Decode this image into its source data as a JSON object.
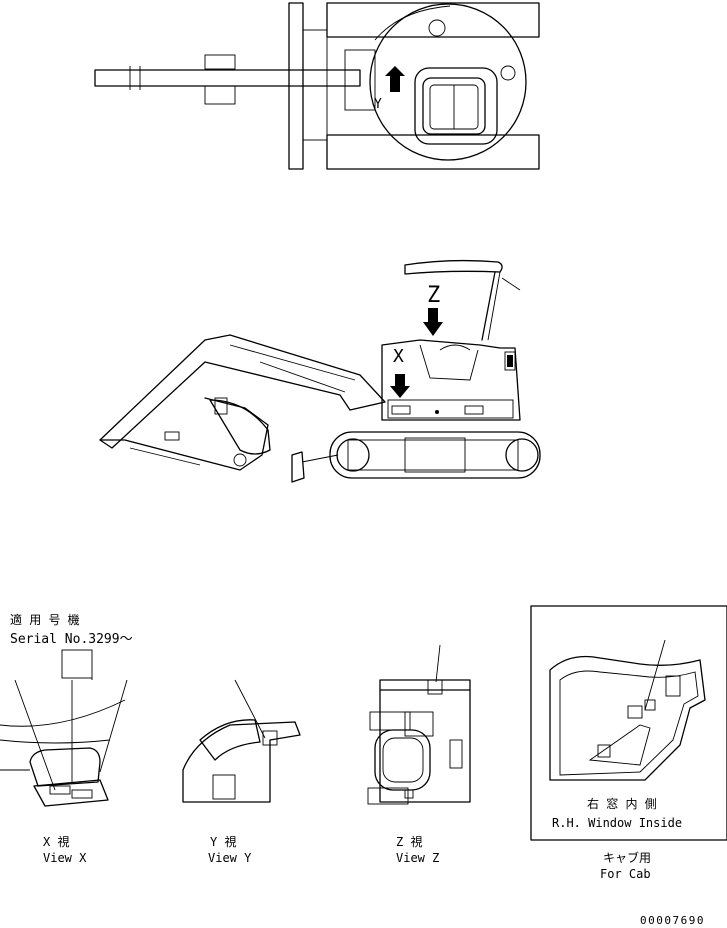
{
  "top_view": {
    "label_y": "Y"
  },
  "side_view": {
    "label_z": "Z",
    "label_x": "X"
  },
  "serial_note": {
    "applicable": "適 用 号 機",
    "serial": "Serial No.3299～"
  },
  "detail_views": [
    {
      "id": "x",
      "jp": "X   視",
      "en": "View X"
    },
    {
      "id": "y",
      "jp": "Y   視",
      "en": "View Y"
    },
    {
      "id": "z",
      "jp": "Z   視",
      "en": "View Z"
    }
  ],
  "cab_detail": {
    "jp": "右 窓 内 側",
    "en": "R.H. Window Inside",
    "caption_jp": "キャブ用",
    "caption_en": "For Cab"
  },
  "drawing_number": "00007690"
}
